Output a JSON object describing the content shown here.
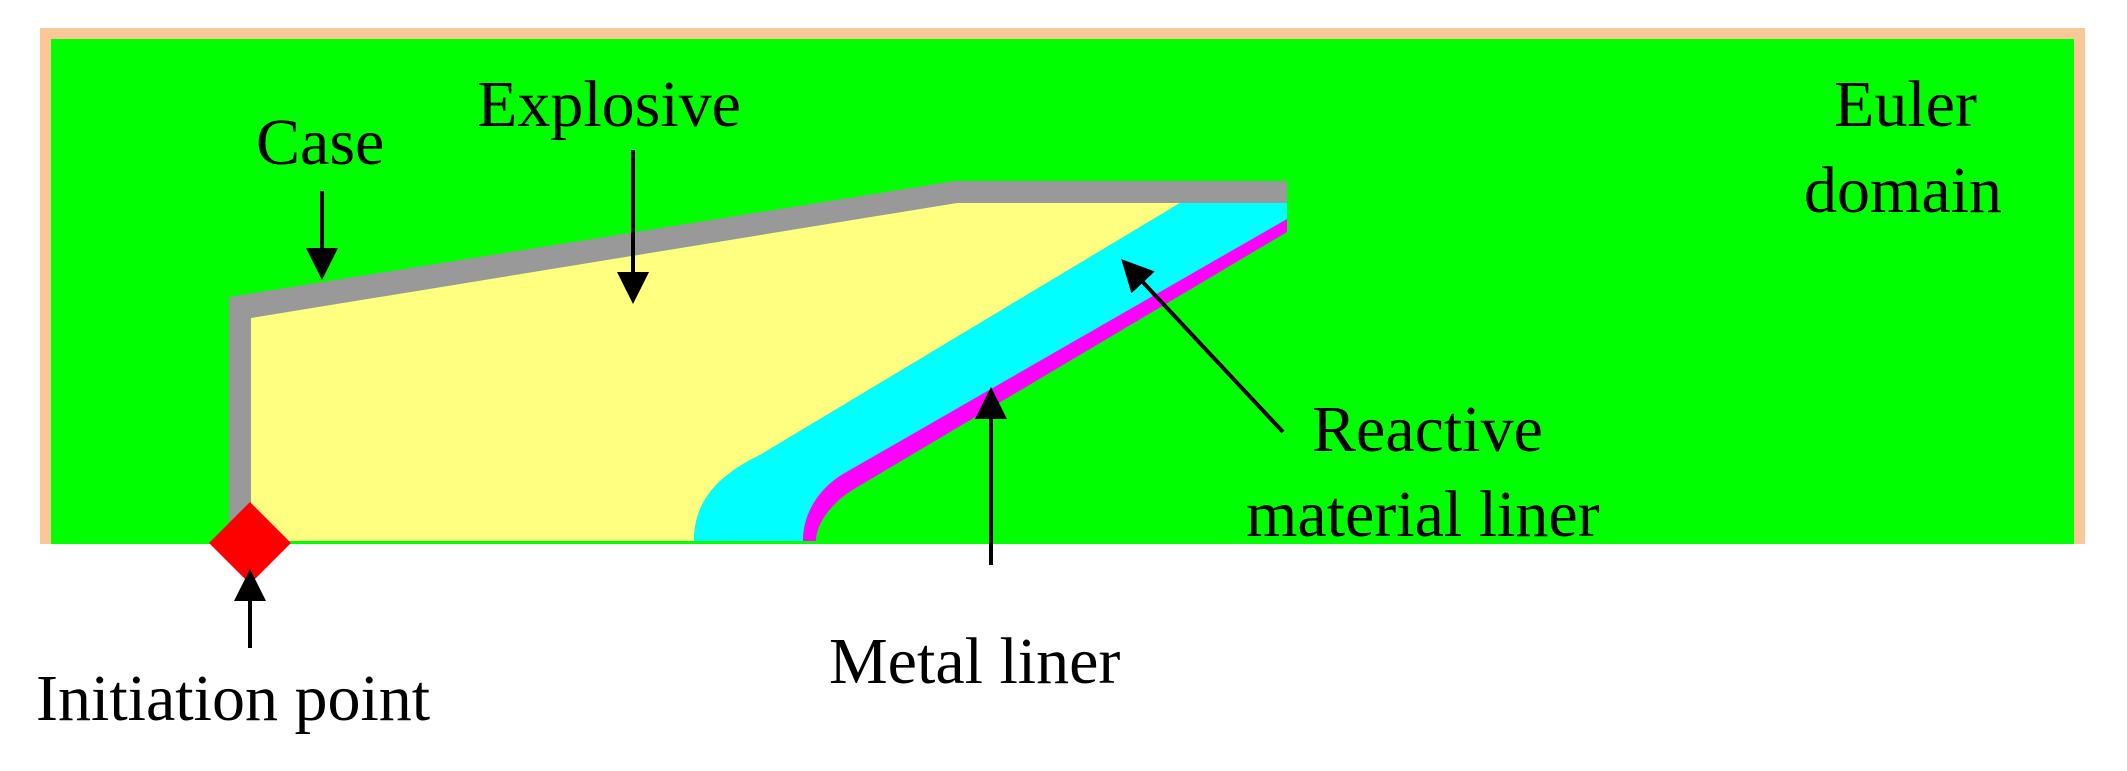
{
  "labels": {
    "case": "Case",
    "explosive": "Explosive",
    "euler_line1": "Euler",
    "euler_line2": "domain",
    "reactive_line1": "Reactive",
    "reactive_line2": "material liner",
    "metal_liner": "Metal liner",
    "initiation_point": "Initiation point"
  },
  "colors": {
    "euler_domain": "#00ff00",
    "domain_border": "#f9c896",
    "case": "#999999",
    "explosive": "#ffff80",
    "reactive_liner": "#00ffff",
    "metal_liner": "#ff00ff",
    "initiation_point": "#ff0000",
    "arrow": "#000000"
  }
}
